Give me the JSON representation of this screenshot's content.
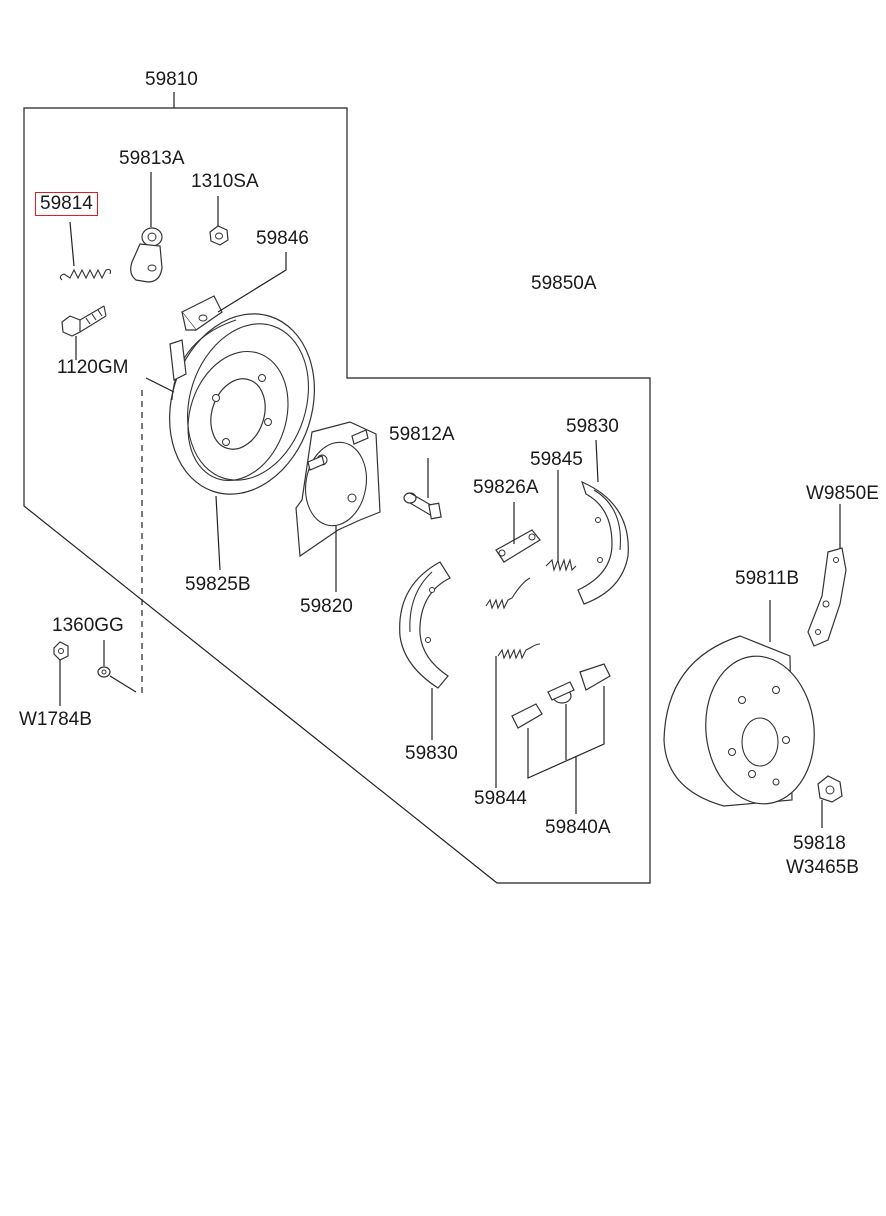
{
  "labels": {
    "59810": "59810",
    "59813A": "59813A",
    "1310SA": "1310SA",
    "59814": "59814",
    "59846": "59846",
    "59850A": "59850A",
    "1120GM": "1120GM",
    "59812A": "59812A",
    "59830_top": "59830",
    "59845": "59845",
    "59826A": "59826A",
    "W9850B": "W9850E",
    "59825B": "59825B",
    "59820": "59820",
    "59811B": "59811B",
    "1360GG": "1360GG",
    "W1784B": "W1784B",
    "59830_bottom": "59830",
    "59844": "59844",
    "59840A": "59840A",
    "59818": "59818",
    "W3465B": "W3465B"
  },
  "highlight": {
    "label": "59814",
    "color": "#e02020"
  }
}
